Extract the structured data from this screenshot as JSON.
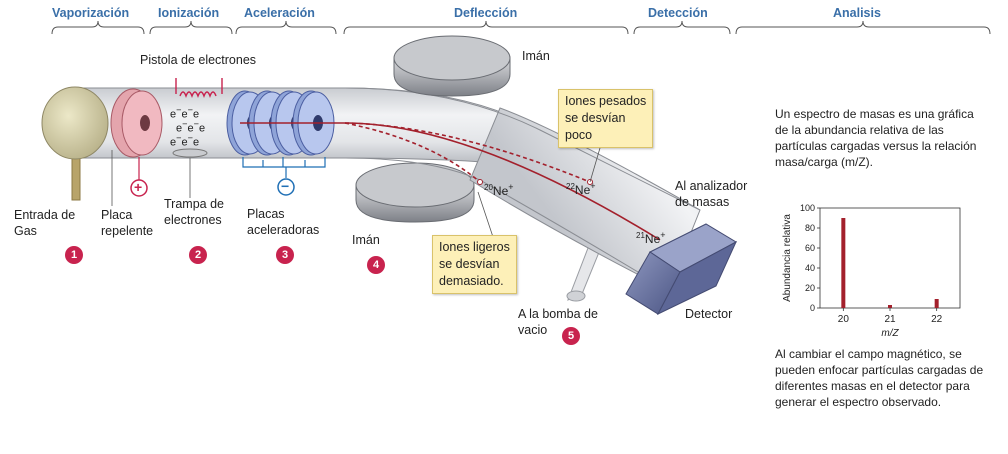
{
  "stages": {
    "vaporizacion": "Vaporización",
    "ionizacion": "Ionización",
    "aceleracion": "Aceleración",
    "deflexion": "Deflección",
    "deteccion": "Detección",
    "analisis": "Analisis"
  },
  "labels": {
    "pistola": "Pistola de electrones",
    "iman_top": "Imán",
    "iman_bottom": "Imán",
    "entrada_1": "Entrada de",
    "entrada_2": "Gas",
    "placa_rep_1": "Placa",
    "placa_rep_2": "repelente",
    "trampa_1": "Trampa de",
    "trampa_2": "electrones",
    "placas_acc_1": "Placas",
    "placas_acc_2": "aceleradoras",
    "analizador_1": "Al  analizador",
    "analizador_2": "de masas",
    "detector": "Detector",
    "bomba_1": "A la bomba de",
    "bomba_2": "vacio",
    "electron": "e",
    "electron_sup": "−",
    "plus": "+",
    "minus": "−"
  },
  "ions": {
    "ne20_mass": "20",
    "ne20_sym": "Ne",
    "ne21_mass": "21",
    "ne21_sym": "Ne",
    "ne22_mass": "22",
    "ne22_sym": "Ne",
    "charge": "+"
  },
  "notes": {
    "pesados": [
      "Iones pesados",
      "se desvían",
      "poco"
    ],
    "ligeros": [
      "Iones ligeros",
      "se desvían",
      "demasiado."
    ]
  },
  "steps": [
    "1",
    "2",
    "3",
    "4",
    "5"
  ],
  "side_text": {
    "intro": "Un espectro de masas es una gráfica de la abundancia relativa de las partículas cargadas versus la relación masa/carga (m/Z).",
    "outro": "Al cambiar el campo magnético, se pueden enfocar partículas cargadas de diferentes masas en el detector para generar el espectro observado."
  },
  "colors": {
    "stage_title": "#3a6fa8",
    "step_badge": "#c8234e",
    "beam": "#a3202c",
    "note_bg": "#fdf0b8",
    "bar": "#a3202c"
  },
  "chart_data": {
    "type": "bar",
    "categories": [
      "20",
      "21",
      "22"
    ],
    "values": [
      90,
      3,
      9
    ],
    "ylabel": "Abundancia relativa",
    "xlabel": "m/Z",
    "ylim": [
      0,
      100
    ],
    "yticks": [
      0,
      20,
      40,
      60,
      80,
      100
    ],
    "xticks": [
      "20",
      "21",
      "22"
    ],
    "xlim": [
      19.5,
      22.5
    ]
  }
}
